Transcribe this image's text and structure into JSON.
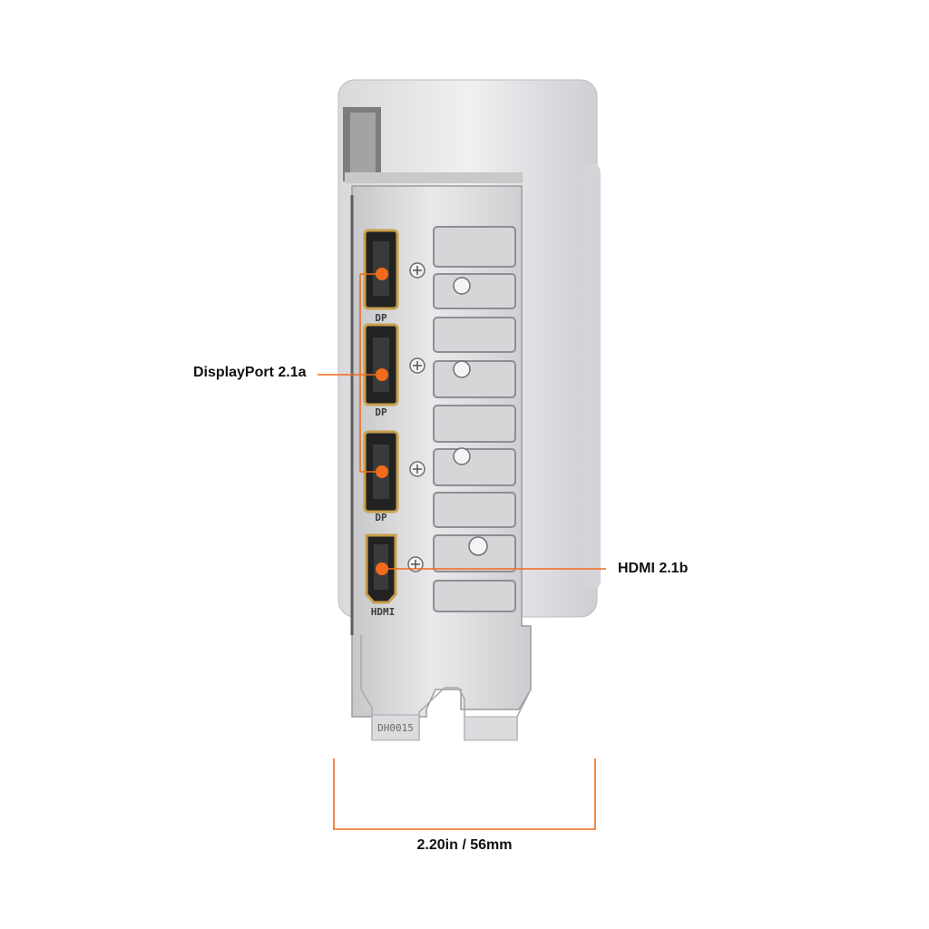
{
  "callouts": {
    "displayport": "DisplayPort 2.1a",
    "hdmi": "HDMI 2.1b"
  },
  "dimension": {
    "width": "2.20in / 56mm"
  },
  "bracket": {
    "port_labels": [
      "DP",
      "DP",
      "DP",
      "HDMI"
    ],
    "stamp": "DH0015"
  },
  "colors": {
    "accent": "#f26a1b",
    "port_gold": "#c8a04a",
    "bracket": "#d7d7d9",
    "shroud": "#e6e6e8"
  }
}
